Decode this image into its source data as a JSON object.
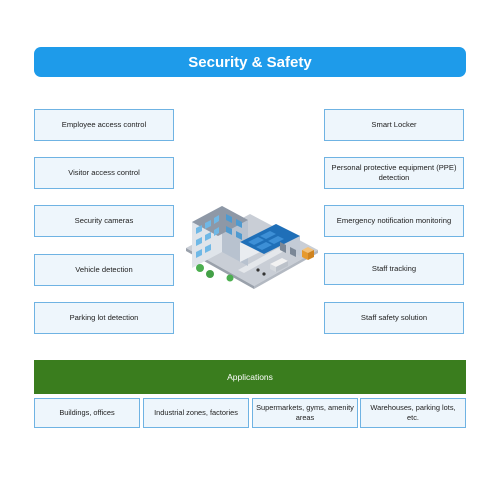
{
  "title": "Security & Safety",
  "left_items": [
    "Employee access control",
    "Visitor access control",
    "Security cameras",
    "Vehicle detection",
    "Parking lot detection"
  ],
  "right_items": [
    "Smart Locker",
    "Personal protective equipment (PPE) detection",
    "Emergency notification monitoring",
    "Staff tracking",
    "Staff safety solution"
  ],
  "applications": {
    "label": "Applications",
    "items": [
      "Buildings, offices",
      "Industrial zones, factories",
      "Supermarkets, gyms, amenity areas",
      "Warehouses, parking lots, etc."
    ]
  },
  "colors": {
    "title_bg": "#1e9bea",
    "box_border": "#6fb3e3",
    "box_bg": "#eef6fc",
    "apps_bg": "#3a7d1e"
  },
  "icons": [
    "factory-building-icon"
  ]
}
